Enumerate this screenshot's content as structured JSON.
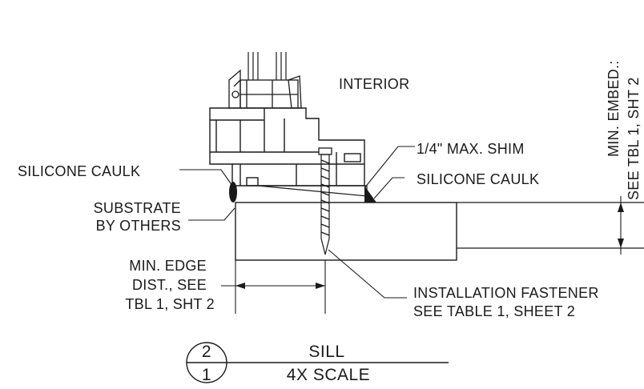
{
  "labels": {
    "interior": "INTERIOR",
    "shim": "1/4\" MAX. SHIM",
    "silicone_left": "SILICONE CAULK",
    "silicone_right": "SILICONE CAULK",
    "substrate_1": "SUBSTRATE",
    "substrate_2": "BY OTHERS",
    "edge_1": "MIN. EDGE",
    "edge_2": "DIST., SEE",
    "edge_3": "TBL 1, SHT 2",
    "fastener_1": "INSTALLATION FASTENER",
    "fastener_2": "SEE TABLE 1, SHEET 2",
    "embed_1": "MIN. EMBED.:",
    "embed_2": "SEE TBL 1, SHT 2"
  },
  "title_block": {
    "detail_number": "2",
    "sheet_number": "1",
    "title": "SILL",
    "scale": "4X SCALE"
  },
  "colors": {
    "ink": "#1a1a1a",
    "paper": "#ffffff"
  }
}
